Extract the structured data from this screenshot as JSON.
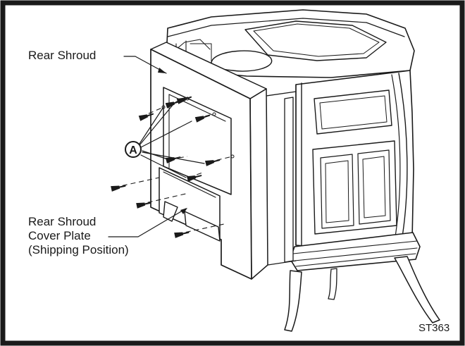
{
  "figure": {
    "callout_rear_shroud": "Rear Shroud",
    "callout_cover_plate": [
      "Rear Shroud",
      "Cover Plate",
      "(Shipping Position)"
    ],
    "callout_A": "A",
    "figure_code": "ST363"
  },
  "colors": {
    "ink": "#1a1a1a",
    "paper": "#ffffff",
    "frame": "#1a1a1a"
  }
}
